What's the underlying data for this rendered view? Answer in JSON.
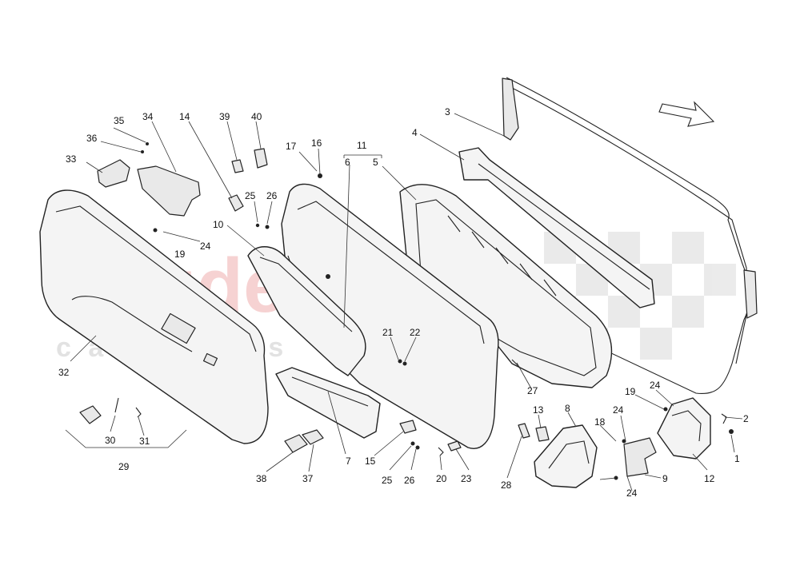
{
  "watermark": {
    "main": "scuderia",
    "sub": "c a r p a r t s"
  },
  "labels": [
    {
      "id": "l1",
      "text": "1"
    },
    {
      "id": "l2",
      "text": "2"
    },
    {
      "id": "l3",
      "text": "3"
    },
    {
      "id": "l4",
      "text": "4"
    },
    {
      "id": "l5",
      "text": "5"
    },
    {
      "id": "l6",
      "text": "6"
    },
    {
      "id": "l7",
      "text": "7"
    },
    {
      "id": "l8",
      "text": "8"
    },
    {
      "id": "l9",
      "text": "9"
    },
    {
      "id": "l10",
      "text": "10"
    },
    {
      "id": "l11",
      "text": "11"
    },
    {
      "id": "l12",
      "text": "12"
    },
    {
      "id": "l13",
      "text": "13"
    },
    {
      "id": "l14",
      "text": "14"
    },
    {
      "id": "l15",
      "text": "15"
    },
    {
      "id": "l16",
      "text": "16"
    },
    {
      "id": "l17",
      "text": "17"
    },
    {
      "id": "l18",
      "text": "18"
    },
    {
      "id": "l19a",
      "text": "19"
    },
    {
      "id": "l19b",
      "text": "19"
    },
    {
      "id": "l20",
      "text": "20"
    },
    {
      "id": "l21",
      "text": "21"
    },
    {
      "id": "l22",
      "text": "22"
    },
    {
      "id": "l23",
      "text": "23"
    },
    {
      "id": "l24a",
      "text": "24"
    },
    {
      "id": "l24b",
      "text": "24"
    },
    {
      "id": "l24c",
      "text": "24"
    },
    {
      "id": "l24d",
      "text": "24"
    },
    {
      "id": "l25a",
      "text": "25"
    },
    {
      "id": "l25b",
      "text": "25"
    },
    {
      "id": "l26a",
      "text": "26"
    },
    {
      "id": "l26b",
      "text": "26"
    },
    {
      "id": "l27",
      "text": "27"
    },
    {
      "id": "l28",
      "text": "28"
    },
    {
      "id": "l29",
      "text": "29"
    },
    {
      "id": "l30",
      "text": "30"
    },
    {
      "id": "l31",
      "text": "31"
    },
    {
      "id": "l32",
      "text": "32"
    },
    {
      "id": "l33",
      "text": "33"
    },
    {
      "id": "l34",
      "text": "34"
    },
    {
      "id": "l35",
      "text": "35"
    },
    {
      "id": "l36",
      "text": "36"
    },
    {
      "id": "l37",
      "text": "37"
    },
    {
      "id": "l38",
      "text": "38"
    },
    {
      "id": "l39",
      "text": "39"
    },
    {
      "id": "l40",
      "text": "40"
    }
  ]
}
